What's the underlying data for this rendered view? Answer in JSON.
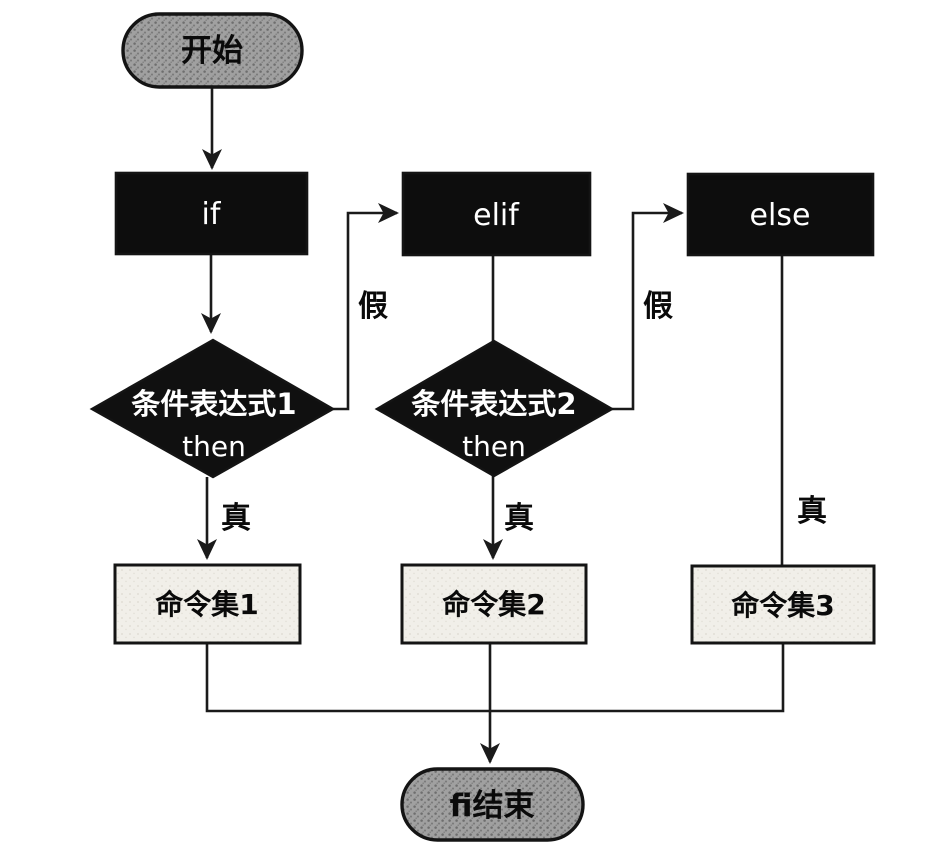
{
  "diagram": {
    "nodes": {
      "start": {
        "label": "开始",
        "type": "terminal"
      },
      "if_box": {
        "label": "if",
        "type": "keyword"
      },
      "elif_box": {
        "label": "elif",
        "type": "keyword"
      },
      "else_box": {
        "label": "else",
        "type": "keyword"
      },
      "condition1": {
        "line1": "条件表达式1",
        "line2": "then",
        "type": "decision"
      },
      "condition2": {
        "line1": "条件表达式2",
        "line2": "then",
        "type": "decision"
      },
      "commands1": {
        "label": "命令集1",
        "type": "command"
      },
      "commands2": {
        "label": "命令集2",
        "type": "command"
      },
      "commands3": {
        "label": "命令集3",
        "type": "command"
      },
      "end": {
        "label": "fi结束",
        "type": "terminal"
      }
    },
    "edge_labels": {
      "cond1_true": "真",
      "cond1_false": "假",
      "cond2_true": "真",
      "cond2_false": "假",
      "else_true": "真"
    },
    "colors": {
      "background": "#ffffff",
      "terminal_fill": "#a0a0a0",
      "keyword_fill": "#0d0d0d",
      "decision_fill": "#101010",
      "command_fill": "#f1efe9",
      "line": "#1a1a1a",
      "text_on_dark": "#ffffff",
      "text_on_light": "#000000"
    }
  }
}
